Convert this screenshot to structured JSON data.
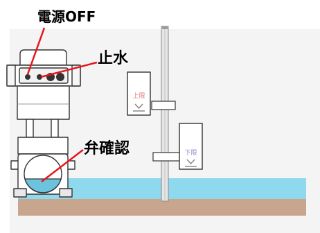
{
  "labels": {
    "power_off": "電源OFF",
    "water_stop": "止水",
    "valve_check": "弁確認"
  },
  "float_switches": {
    "upper": "上限",
    "lower": "下限"
  },
  "colors": {
    "background_panel": "#f4f4f4",
    "water": "#8fd9ee",
    "water_dark": "#6cc3dd",
    "ground": "#c8a68e",
    "outline": "#333333",
    "annotation_line": "#e8141b",
    "upper_label": "#e0787c",
    "lower_label": "#8a8ccc"
  },
  "icons": {
    "pump": "submersible-pump-icon",
    "switch_button": "pump-button-icon",
    "float_switch": "float-switch-icon",
    "guide_pipe": "guide-pipe-icon"
  }
}
